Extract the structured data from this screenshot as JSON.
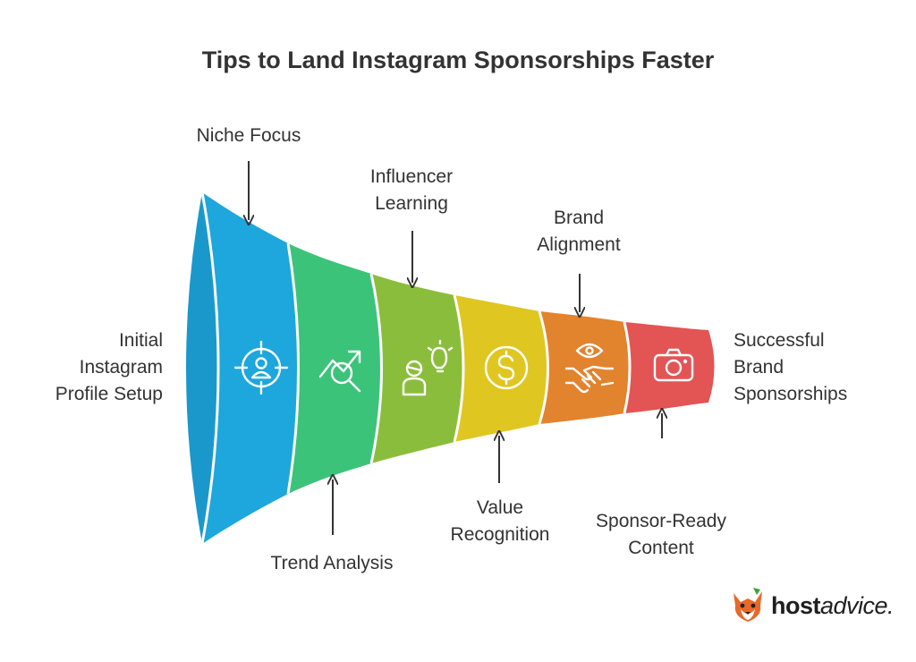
{
  "title": "Tips to Land Instagram Sponsorships Faster",
  "stages": [
    {
      "name": "Niche Focus",
      "icon": "target-user-icon",
      "color": "#1da7dc"
    },
    {
      "name": "Trend Analysis",
      "icon": "trend-magnifier-icon",
      "color": "#3cc37a"
    },
    {
      "name": "Influencer Learning",
      "icon": "person-idea-icon",
      "color": "#8bbd3c"
    },
    {
      "name": "Value Recognition",
      "icon": "dollar-coin-icon",
      "color": "#e0c620"
    },
    {
      "name": "Brand Alignment",
      "icon": "handshake-eye-icon",
      "color": "#e2832d"
    },
    {
      "name": "Sponsor-Ready Content",
      "icon": "camera-icon",
      "color": "#e35454"
    }
  ],
  "labels": {
    "start": [
      "Initial",
      "Instagram",
      "Profile Setup"
    ],
    "niche": "Niche Focus",
    "influencer": [
      "Influencer",
      "Learning"
    ],
    "brand": [
      "Brand",
      "Alignment"
    ],
    "trend": "Trend Analysis",
    "value": [
      "Value",
      "Recognition"
    ],
    "sponsor": [
      "Sponsor-Ready",
      "Content"
    ],
    "end": [
      "Successful",
      "Brand",
      "Sponsorships"
    ]
  },
  "logo": {
    "bold": "host",
    "regular": "advice."
  }
}
